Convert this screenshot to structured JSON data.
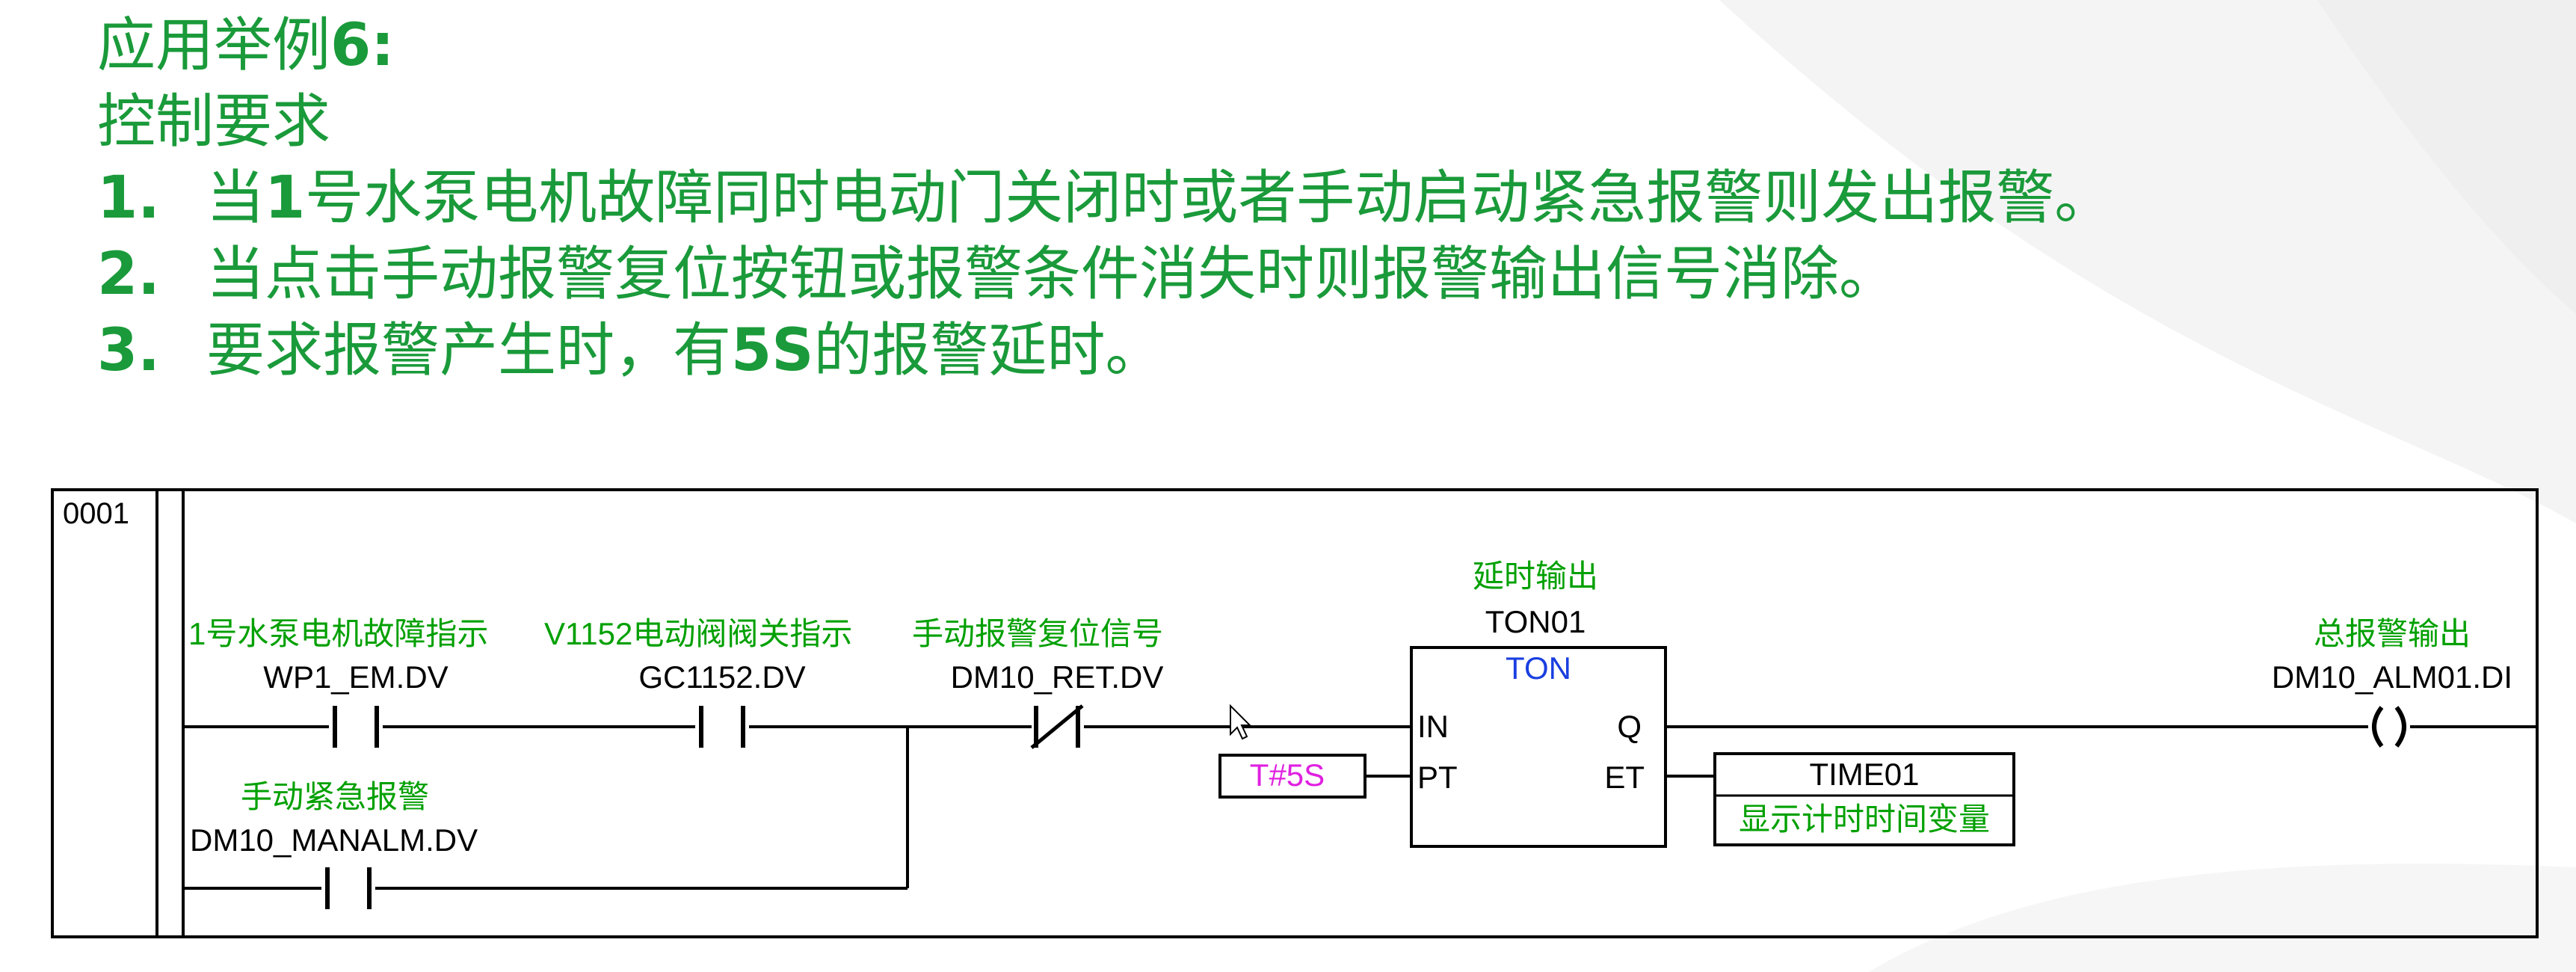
{
  "slide": {
    "title_prefix": "应用举例",
    "title_num": "6:",
    "subtitle": "控制要求",
    "requirements": [
      {
        "num": "1.",
        "parts": [
          "当",
          "1",
          "号水泵电机故障同时电动门关闭时或者手动启动紧急报警则发出报警。"
        ]
      },
      {
        "num": "2.",
        "parts": [
          "当点击手动报警复位按钮或报警条件消失时则报警输出信号消除。",
          "",
          ""
        ]
      },
      {
        "num": "3.",
        "parts": [
          "要求报警产生时，有",
          "5S",
          "的报警延时。"
        ]
      }
    ]
  },
  "ladder": {
    "rung_number": "0001",
    "contacts": [
      {
        "comment": "1号水泵电机故障指示",
        "tag": "WP1_EM.DV",
        "type": "NO"
      },
      {
        "comment": "V1152电动阀阀关指示",
        "tag": "GC1152.DV",
        "type": "NO"
      },
      {
        "comment": "手动报警复位信号",
        "tag": "DM10_RET.DV",
        "type": "NC"
      },
      {
        "comment": "手动紧急报警",
        "tag": "DM10_MANALM.DV",
        "type": "NO"
      }
    ],
    "timer": {
      "comment": "延时输出",
      "instance": "TON01",
      "type": "TON",
      "in_label": "IN",
      "pt_label": "PT",
      "q_label": "Q",
      "et_label": "ET",
      "pt_value": "T#5S"
    },
    "et_output": {
      "tag": "TIME01",
      "comment": "显示计时时间变量"
    },
    "coil": {
      "comment": "总报警输出",
      "tag": "DM10_ALM01.DI",
      "symbol": "( )"
    }
  },
  "colors": {
    "green_text": "#1a9a3a",
    "comment_green": "#00a000",
    "type_blue": "#1a3fe0",
    "const_magenta": "#e020e0",
    "line": "#000000"
  }
}
